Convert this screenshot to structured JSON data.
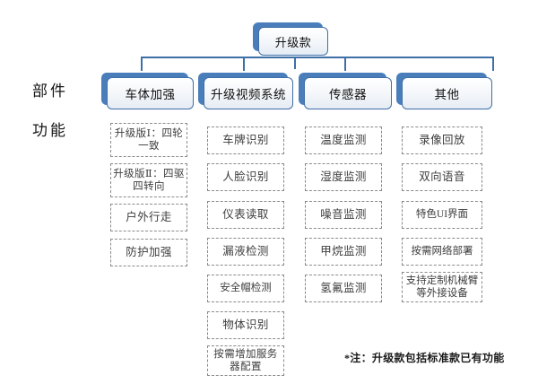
{
  "diagram": {
    "root": {
      "label": "升级款"
    },
    "row_labels": {
      "parts": "部件",
      "functions": "功能"
    },
    "columns": [
      {
        "header": "车体加强",
        "items": [
          "升级版Ⅰ：四轮一致",
          "升级版Ⅱ：四驱四转向",
          "户外行走",
          "防护加强"
        ]
      },
      {
        "header": "升级视频系统",
        "items": [
          "车牌识别",
          "人脸识别",
          "仪表读取",
          "漏液检测",
          "安全帽检测",
          "物体识别",
          "按需增加服务器配置"
        ]
      },
      {
        "header": "传感器",
        "items": [
          "温度监测",
          "湿度监测",
          "噪音监测",
          "甲烷监测",
          "氢氟监测"
        ]
      },
      {
        "header": "其他",
        "items": [
          "录像回放",
          "双向语音",
          "特色UI界面",
          "按需网络部署",
          "支持定制机械臂等外接设备"
        ]
      }
    ],
    "footnote": "*注：升级款包括标准款已有功能",
    "colors": {
      "box_border": "#3f6fa8",
      "box_shadow": "#4a7ebb",
      "connector": "#3f6fa8",
      "dashed_border": "#8a8a8a",
      "background": "#ffffff"
    }
  }
}
